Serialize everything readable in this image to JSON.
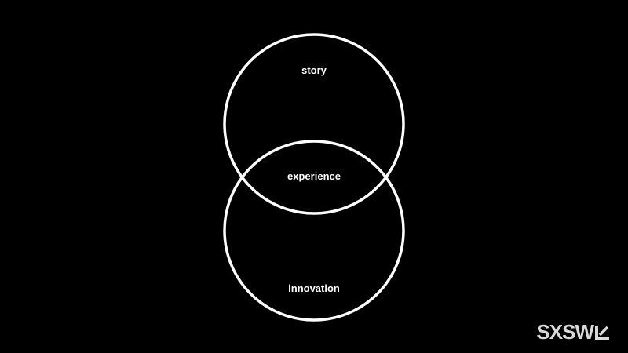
{
  "diagram": {
    "type": "venn",
    "stroke_color": "#ffffff",
    "background_color": "#000000",
    "circles": [
      {
        "label": "story"
      },
      {
        "label": "innovation"
      }
    ],
    "intersection_label": "experience"
  },
  "branding": {
    "logo": "SXSW",
    "logo_color": "#d9d9d9",
    "mark_icon": "sxsw-arrow-mark-icon"
  }
}
